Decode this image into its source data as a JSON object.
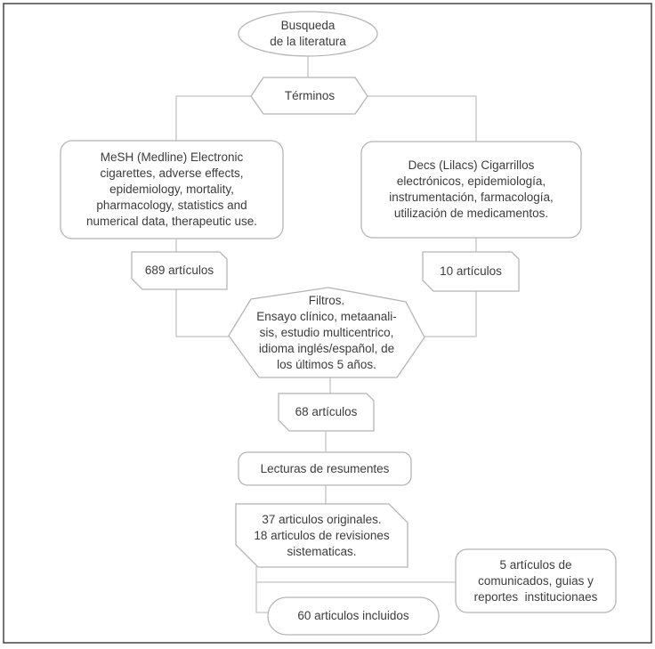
{
  "colors": {
    "background": "#ffffff",
    "shape_border": "#b5b5b5",
    "connector": "#c2c2c2",
    "frame_border": "#4f4f4f",
    "text": "#3c3c3c"
  },
  "flowchart": {
    "title_node": "Busqueda\nde la literatura",
    "terms_node": "Términos",
    "mesh_node": "MeSH (Medline) Electronic\ncigarettes, adverse effects,\nepidemiology, mortality,\npharmacology, statistics and\nnumerical data, therapeutic use.",
    "decs_node": "Decs (Lilacs) Cigarrillos\nelectrónicos, epidemiología,\ninstrumentación, farmacología,\nutilización de medicamentos.",
    "mesh_count_node": "689 artículos",
    "decs_count_node": "10 artículos",
    "filters_node": "Filtros.\nEnsayo clínico, metaanali-\nsis, estudio multicentrico,\nidioma inglés/español, de\nlos últimos 5 años.",
    "filtered_count_node": "68 artículos",
    "reading_node": "Lecturas de resumentes",
    "selection_node": "37 articulos originales.\n18 articulos de revisiones\nsistematicas.",
    "institutional_node": "5 artículos de\ncomunicados, guias y\nreportes  institucionaes",
    "included_node": "60 articulos incluidos"
  }
}
